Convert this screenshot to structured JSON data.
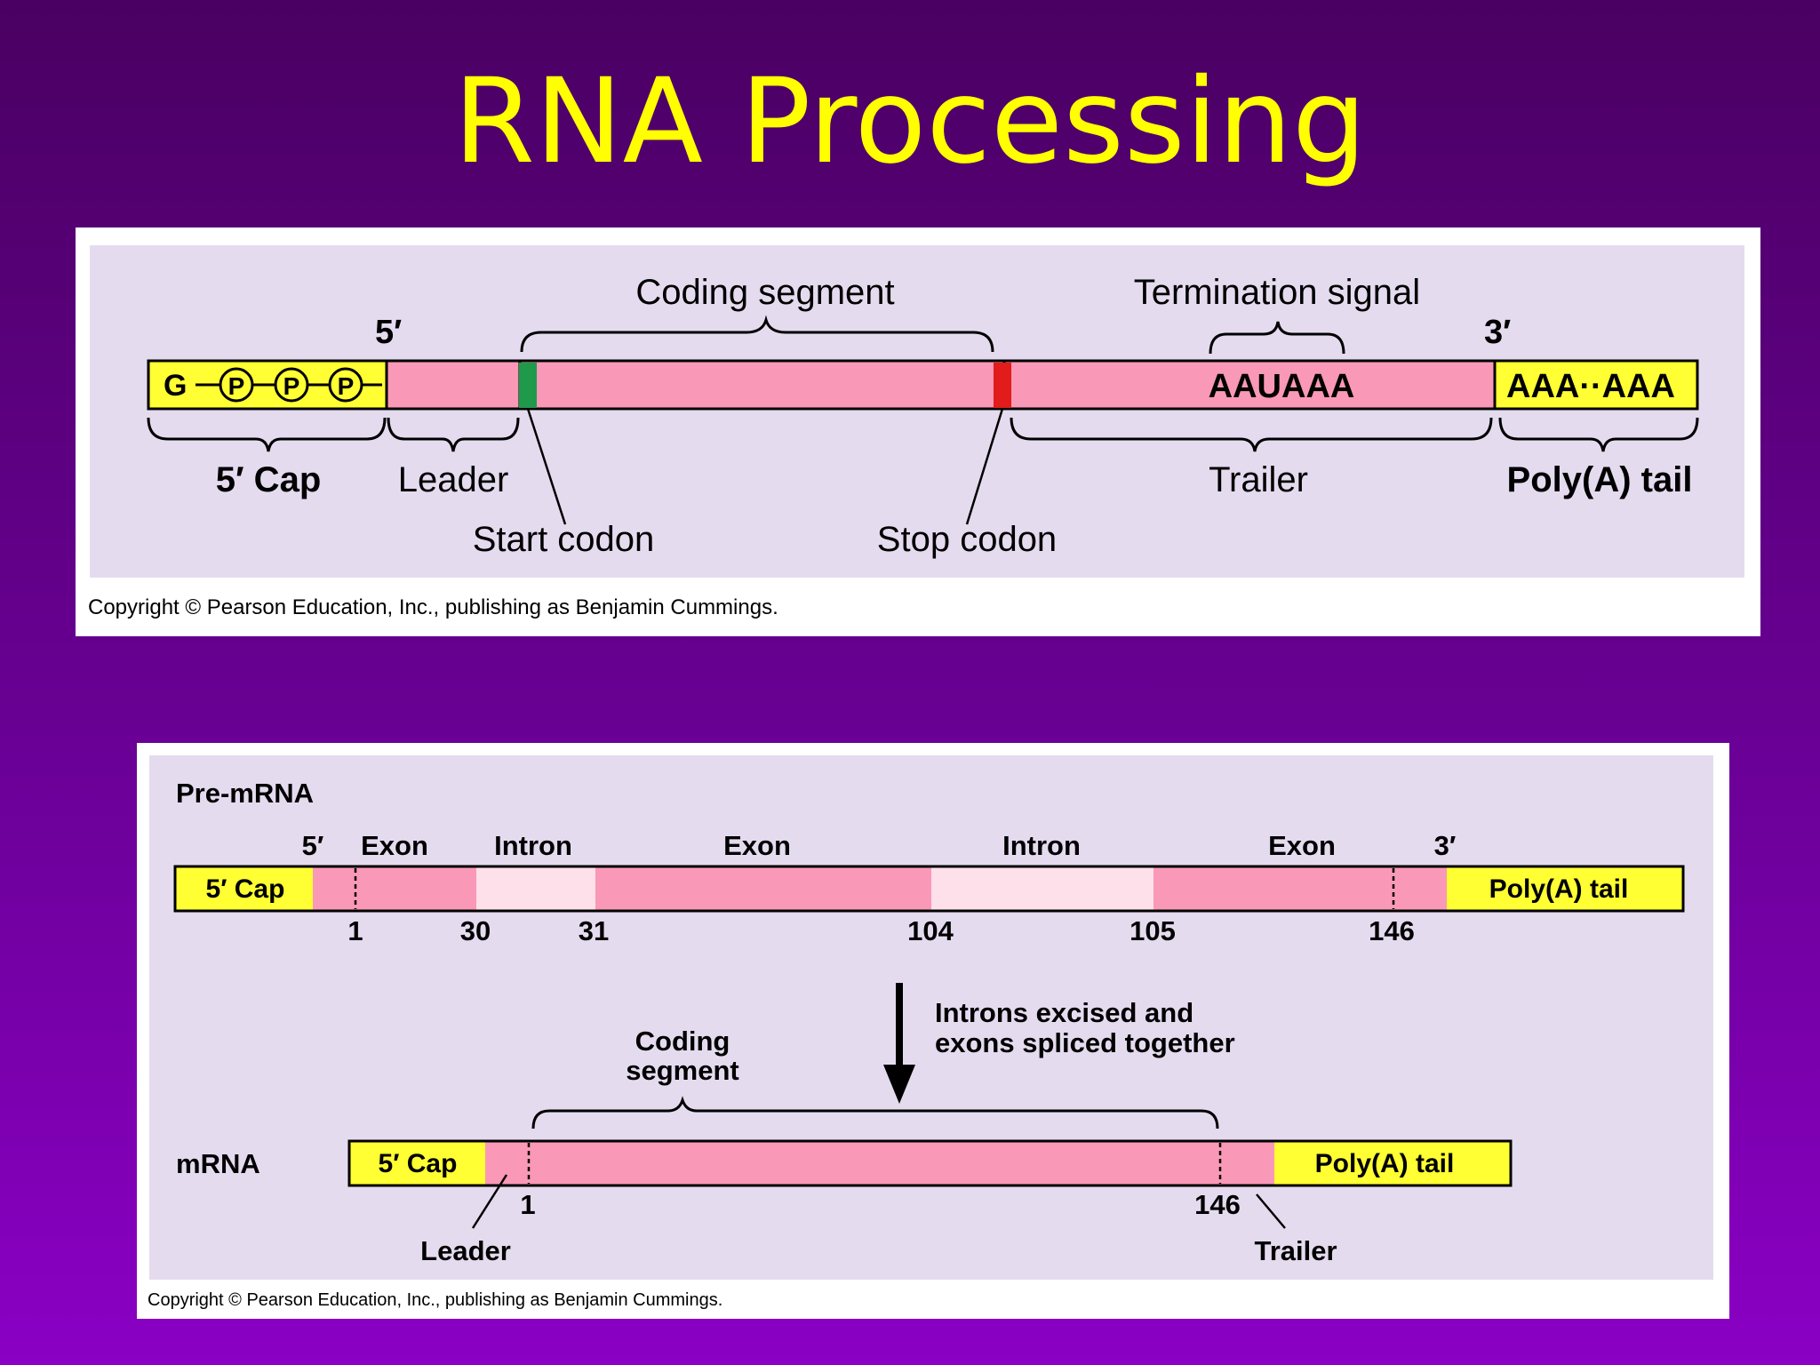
{
  "slide": {
    "title": "RNA Processing"
  },
  "colors": {
    "background": "#5a0080",
    "title": "#ffff00",
    "rna": "#fa98b8",
    "cap": "#ffff33",
    "start_codon": "#1e9a4a",
    "stop_codon": "#e21b1b",
    "intron": "#fde0ea",
    "panel_fill": "#e5dbef"
  },
  "figure1": {
    "five_prime": "5′",
    "three_prime": "3′",
    "cap_g": "G",
    "phosphate": "P",
    "aauaaa": "AAUAAA",
    "polya_seq": "AAA··AAA",
    "coding_segment": "Coding segment",
    "termination_signal": "Termination signal",
    "cap_label": "5′ Cap",
    "leader": "Leader",
    "start_codon": "Start codon",
    "stop_codon": "Stop codon",
    "trailer": "Trailer",
    "polya_tail": "Poly(A) tail",
    "copyright": "Copyright © Pearson Education, Inc., publishing as Benjamin Cummings."
  },
  "figure2": {
    "pre_mrna": "Pre-mRNA",
    "five_prime": "5′",
    "three_prime": "3′",
    "exon_1": "Exon",
    "intron_1": "Intron",
    "exon_2": "Exon",
    "intron_2": "Intron",
    "exon_3": "Exon",
    "cap": "5′ Cap",
    "polya": "Poly(A) tail",
    "numbers": [
      "1",
      "30",
      "31",
      "104",
      "105",
      "146"
    ],
    "arrow_text_line1": "Introns excised and",
    "arrow_text_line2": "exons spliced together",
    "coding_line1": "Coding",
    "coding_line2": "segment",
    "mrna": "mRNA",
    "mrna_cap": "5′ Cap",
    "mrna_polya": "Poly(A) tail",
    "mrna_num_start": "1",
    "mrna_num_end": "146",
    "leader": "Leader",
    "trailer": "Trailer",
    "copyright": "Copyright © Pearson Education, Inc., publishing as Benjamin Cummings."
  }
}
